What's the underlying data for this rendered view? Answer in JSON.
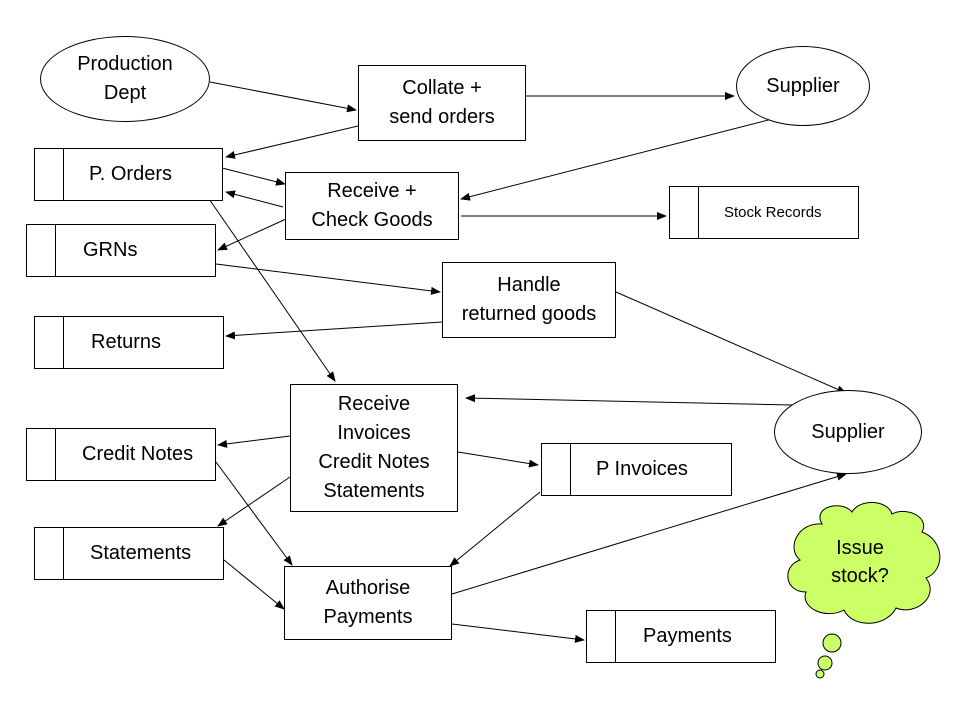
{
  "processes": {
    "collate": "Collate +\nsend orders",
    "receive_check": "Receive +\nCheck Goods",
    "handle_returns": "Handle\nreturned goods",
    "receive_invoices": "Receive\nInvoices\nCredit Notes\nStatements",
    "authorise": "Authorise\nPayments"
  },
  "entities": {
    "production": "Production\nDept",
    "supplier_top": "Supplier",
    "supplier_mid": "Supplier"
  },
  "stores": {
    "p_orders": "P. Orders",
    "grns": "GRNs",
    "returns": "Returns",
    "credit_notes": "Credit Notes",
    "statements": "Statements",
    "stock_records": "Stock Records",
    "p_invoices": "P Invoices",
    "payments": "Payments"
  },
  "callout": {
    "text": "Issue\nstock?",
    "fill_color": "#ccff66"
  }
}
